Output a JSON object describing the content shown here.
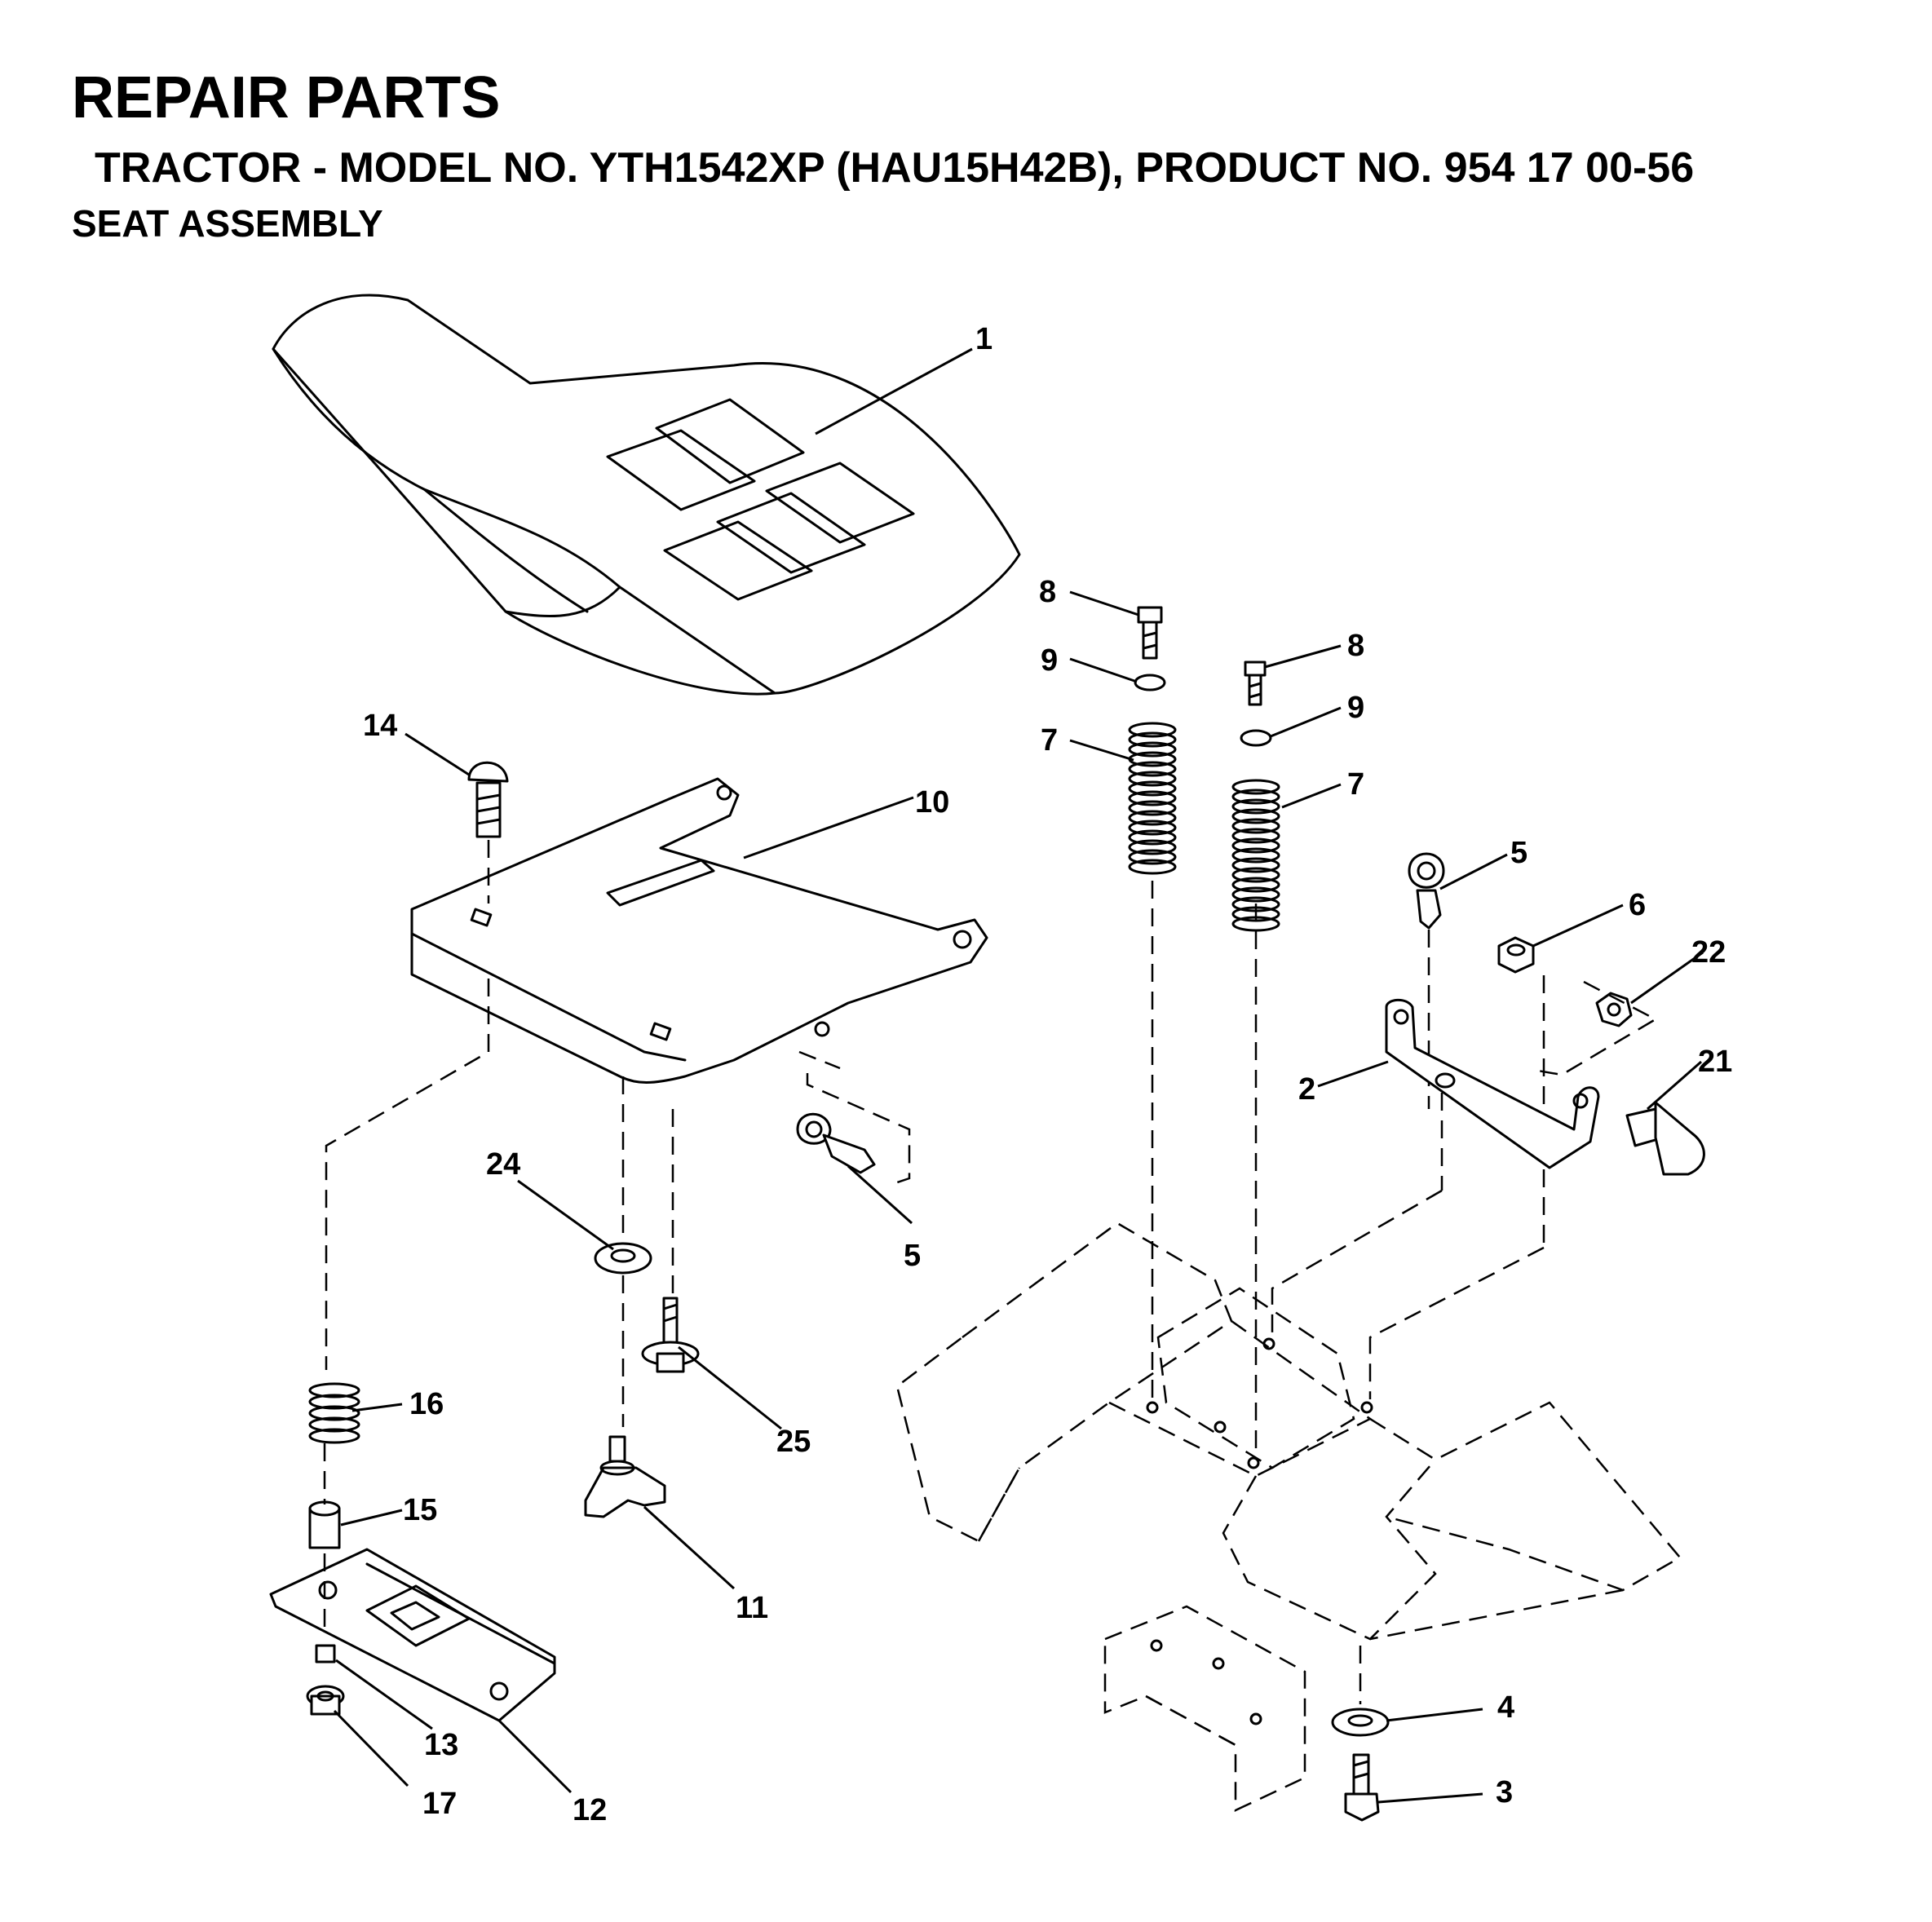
{
  "header": {
    "title": "REPAIR PARTS",
    "subtitle": "TRACTOR - MODEL NO. YTH1542XP (HAU15H42B), PRODUCT NO. 954 17 00-56",
    "section": "SEAT ASSEMBLY"
  },
  "callouts": {
    "c1": "1",
    "c2": "2",
    "c3": "3",
    "c4": "4",
    "c5a": "5",
    "c5b": "5",
    "c6": "6",
    "c7a": "7",
    "c7b": "7",
    "c8a": "8",
    "c8b": "8",
    "c9a": "9",
    "c9b": "9",
    "c10": "10",
    "c11": "11",
    "c12": "12",
    "c13": "13",
    "c14": "14",
    "c15": "15",
    "c16": "16",
    "c17": "17",
    "c21": "21",
    "c22": "22",
    "c24": "24",
    "c25": "25"
  }
}
